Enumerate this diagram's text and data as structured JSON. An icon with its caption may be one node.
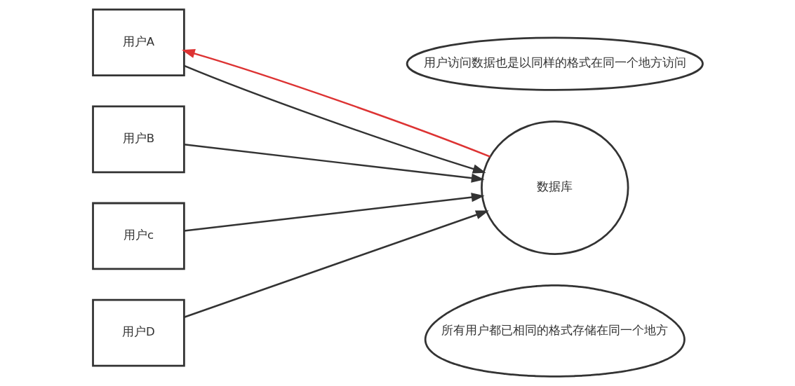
{
  "diagram": {
    "nodes": [
      {
        "text": [
          "用户A"
        ]
      },
      {
        "text": [
          "用户B"
        ]
      },
      {
        "text": [
          "用户c"
        ]
      },
      {
        "text": [
          "用户D"
        ]
      },
      {
        "text": [
          "数据库"
        ]
      },
      {
        "text": [
          "用户访问数据也是以同样的格式在同一个地方访问"
        ]
      },
      {
        "text": [
          "所有用户都已相同的格式存储在同一个地方"
        ]
      }
    ],
    "edges": [
      {
        "from": 0,
        "to": 4,
        "arrow": "to"
      },
      {
        "from": 1,
        "to": 4,
        "arrow": "to"
      },
      {
        "from": 2,
        "to": 4,
        "arrow": "to"
      },
      {
        "from": 3,
        "to": 4,
        "arrow": "to"
      },
      {
        "from": 4,
        "to": 0,
        "arrow": "to",
        "color": "#dd3333"
      }
    ]
  }
}
